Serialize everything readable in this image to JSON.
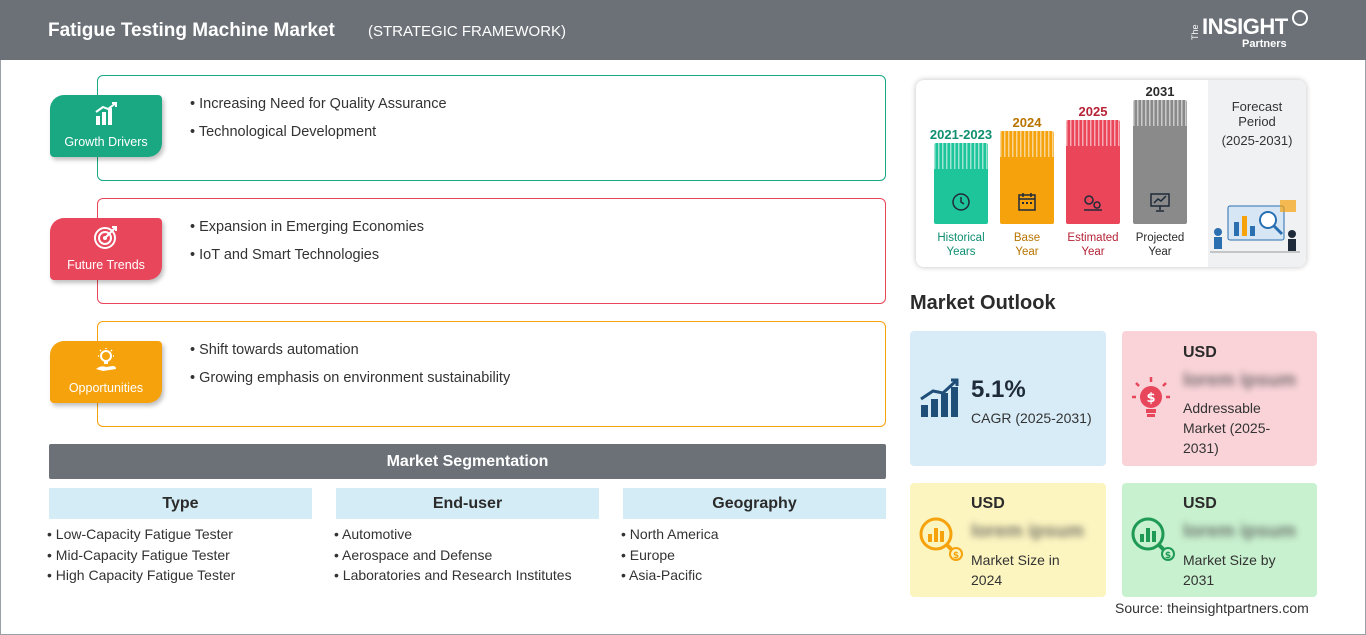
{
  "header": {
    "title": "Fatigue Testing Machine Market",
    "subtitle": "(STRATEGIC FRAMEWORK)",
    "logo": {
      "the": "The",
      "insight": "INSIGHT",
      "partners": "Partners"
    }
  },
  "categories": [
    {
      "label": "Growth Drivers",
      "color": "#1aa883",
      "bullets": [
        "• Increasing Need for Quality Assurance",
        "• Technological Development"
      ]
    },
    {
      "label": "Future Trends",
      "color": "#e8465a",
      "bullets": [
        "• Expansion in Emerging Economies",
        "• IoT and Smart Technologies"
      ]
    },
    {
      "label": "Opportunities",
      "color": "#f5a20c",
      "bullets": [
        "• Shift towards automation",
        "• Growing emphasis on environment sustainability"
      ]
    }
  ],
  "segmentation": {
    "title": "Market Segmentation",
    "columns": [
      {
        "heading": "Type",
        "items": [
          "• Low-Capacity Fatigue Tester",
          "• Mid-Capacity Fatigue Tester",
          "• High Capacity Fatigue Tester"
        ]
      },
      {
        "heading": "End-user",
        "items": [
          "• Automotive",
          "• Aerospace and Defense",
          "• Laboratories and Research Institutes"
        ]
      },
      {
        "heading": "Geography",
        "items": [
          "• North America",
          "• Europe",
          "• Asia-Pacific"
        ]
      }
    ]
  },
  "timeline": {
    "bars": [
      {
        "year": "2021-2023",
        "label1": "Historical",
        "label2": "Years",
        "color": "#1ec49a",
        "text_color": "#0f8f70"
      },
      {
        "year": "2024",
        "label1": "Base",
        "label2": "Year",
        "color": "#f5a20c",
        "text_color": "#b87400"
      },
      {
        "year": "2025",
        "label1": "Estimated",
        "label2": "Year",
        "color": "#ea4558",
        "text_color": "#b52236"
      },
      {
        "year": "2031",
        "label1": "Projected",
        "label2": "Year",
        "color": "#8a8a8a",
        "text_color": "#2b2b2b"
      }
    ],
    "forecast": {
      "line1": "Forecast",
      "line2": "Period",
      "line3": "(2025-2031)"
    }
  },
  "outlook": {
    "title": "Market Outlook",
    "cagr": {
      "value": "5.1%",
      "label": "CAGR (2025-2031)",
      "color": "#d8ecf8"
    },
    "addressable": {
      "currency": "USD",
      "value": "lorem ipsum",
      "desc1": "Addressable",
      "desc2": "Market (2025-",
      "desc3": "2031)",
      "color": "#f9d3d8"
    },
    "size2024": {
      "currency": "USD",
      "value": "lorem ipsum",
      "desc1": "Market Size in",
      "desc2": "2024",
      "color": "#fdf5c0"
    },
    "size2031": {
      "currency": "USD",
      "value": "lorem ipsum",
      "desc1": "Market Size by",
      "desc2": "2031",
      "color": "#c8f1cf"
    }
  },
  "source": "Source: theinsightpartners.com"
}
